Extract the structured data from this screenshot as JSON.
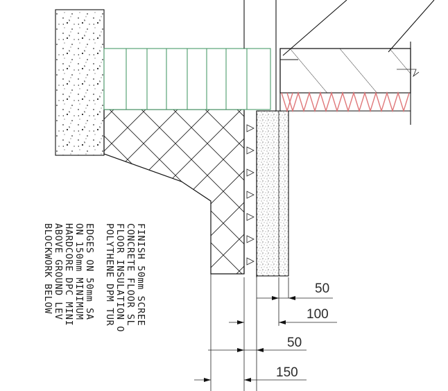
{
  "notes": [
    "FINISH 50mm SCREE",
    "CONCRETE FLOOR SL",
    "FLOOR INSULATION O",
    "POLYTHENE DPM TUR",
    "EDGES ON 50mm SA",
    "ON 150mm MINIMUM",
    "HARDCORE DPC MINI",
    "ABOVE GROUND LEV",
    "BLOCKWORK BELOW"
  ],
  "dimensions": [
    "50",
    "100",
    "50",
    "150"
  ],
  "colors": {
    "insulation": "#e0787a",
    "screed_lines": "#4a9a6a",
    "line": "#111111"
  }
}
